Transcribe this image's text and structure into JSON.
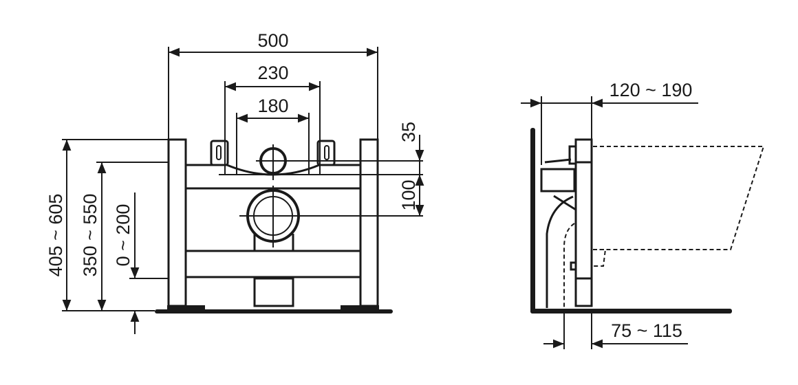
{
  "front_view": {
    "width_total": "500",
    "bracket_spacing_outer": "230",
    "bracket_spacing_inner": "180",
    "offset_top": "35",
    "offset_pipe": "100",
    "height_total": "405 ~ 605",
    "height_frame": "350 ~ 550",
    "leg_adjust": "0 ~ 200"
  },
  "side_view": {
    "depth_top": "120 ~ 190",
    "depth_bottom": "75 ~ 115"
  },
  "colors": {
    "line": "#1a1a1a",
    "background": "#ffffff"
  }
}
